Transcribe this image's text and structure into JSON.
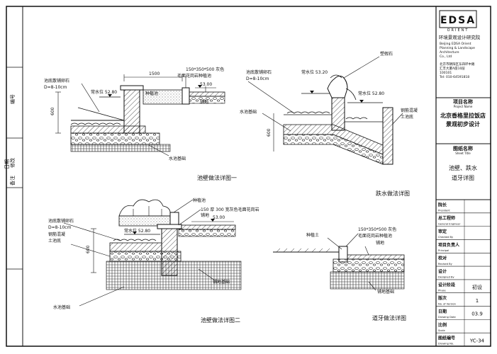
{
  "firm": {
    "logo": "EDSA",
    "logo_sub": "ORIENT",
    "name_cn": "环境景观设计研究院",
    "name_en": [
      "Beijing EDSA Orient",
      "Planning & Landscape",
      "Architecture",
      "Co., Ltd"
    ],
    "address": "北京市朝阳区东四环中路",
    "address2": "汇丰大厦A座10层",
    "zip": "100101",
    "tel": "Tel: 010-64591818"
  },
  "left_strip": [
    "编号",
    "修改",
    "日期",
    "备注"
  ],
  "title_block": {
    "project_label": "项目名称",
    "project_label_en": "Project Name",
    "project_name": [
      "北京香格里拉饭店",
      "景观初步设计"
    ],
    "drawing_label": "图纸名称",
    "drawing_label_en": "Sheet Title",
    "drawing_name": [
      "池壁、跌水",
      "道牙详图"
    ],
    "rows": [
      {
        "label": "院长",
        "en": "President",
        "value": ""
      },
      {
        "label": "总工程师",
        "en": "General Engineer",
        "value": ""
      },
      {
        "label": "审定",
        "en": "Checked By",
        "value": ""
      },
      {
        "label": "项目负责人",
        "en": "Principal",
        "value": ""
      },
      {
        "label": "校对",
        "en": "Revised By",
        "value": ""
      },
      {
        "label": "设计",
        "en": "Designed By",
        "value": ""
      },
      {
        "label": "设计阶段",
        "en": "Phase",
        "value": "初设"
      },
      {
        "label": "版次",
        "en": "No. of Version",
        "value": "1"
      },
      {
        "label": "日期",
        "en": "Drawing Date",
        "value": "03.9"
      },
      {
        "label": "比例",
        "en": "Scale",
        "value": ""
      },
      {
        "label": "图纸编号",
        "en": "Drawing No.",
        "value": "YC-34"
      }
    ]
  },
  "details": {
    "d1": {
      "title": "池壁做法详图一",
      "labels": {
        "pool_bottom": "池底散铺卵石",
        "d": "D=8-10cm",
        "water_level": "常水位 52.80",
        "planter": "种植池",
        "stone": "150*350*500 灰色",
        "stone2": "毛面花岗岩种植池",
        "paving": "铺地",
        "level": "53.00",
        "foundation": "水池基础",
        "dim_w": "1500",
        "dim_h": "600"
      }
    },
    "d2": {
      "title": "跌水做法详图",
      "labels": {
        "rockery": "塑假石",
        "pool_bottom": "池底散铺卵石",
        "d": "D=8-10cm",
        "water_level_top": "常水位 53.20",
        "water_level": "常水位 52.80",
        "rc_base": "钢筋混凝",
        "rc_base2": "土池底",
        "foundation": "水池基础",
        "dim_h": "600"
      }
    },
    "d3": {
      "title": "池壁做法详图二",
      "labels": {
        "planter": "种植池",
        "stone": "150 厚 300 宽灰色毛面花岗岩",
        "stone2": "铺地",
        "pool_bottom": "池底散铺卵石",
        "d": "D=8-10cm",
        "rc": "钢筋混凝",
        "rc2": "土池底",
        "water_level": "常水位 52.80",
        "level": "53.00",
        "paving_base": "铺地基础",
        "foundation": "水池基础",
        "dim_h": "600"
      }
    },
    "d4": {
      "title": "道牙做法详图",
      "labels": {
        "soil": "种植土",
        "stone": "150*350*500 灰色",
        "stone2": "毛面花岗岩种植池",
        "paving": "铺地",
        "paving_base": "铺地基础"
      }
    }
  }
}
